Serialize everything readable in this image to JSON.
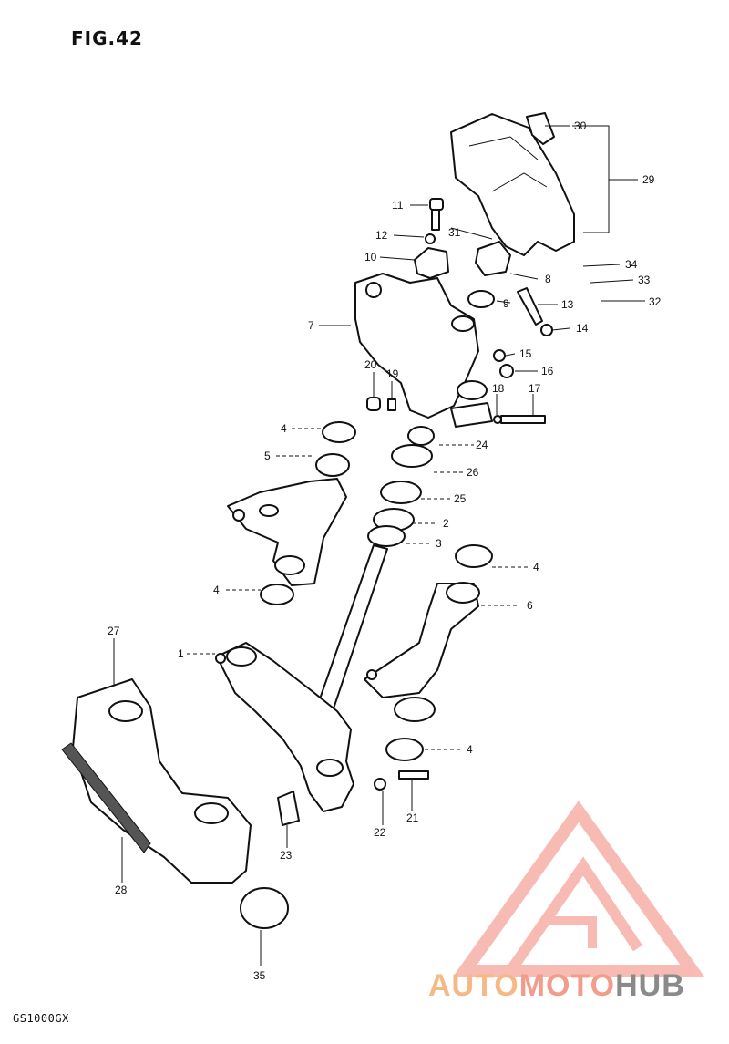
{
  "figure": {
    "title": "FIG.42",
    "model": "GS1000GX"
  },
  "watermark": {
    "text_parts": [
      "AUTO",
      "MOTO",
      "HUB"
    ],
    "colors": [
      "#f4b987",
      "#f29c8c",
      "#8a8a8a"
    ],
    "logo_color": "#f7b0a8"
  },
  "callouts": {
    "c1": "1",
    "c2": "2",
    "c3": "3",
    "c4a": "4",
    "c4b": "4",
    "c4c": "4",
    "c4d": "4",
    "c5": "5",
    "c6": "6",
    "c7": "7",
    "c8": "8",
    "c9": "9",
    "c10": "10",
    "c11": "11",
    "c12": "12",
    "c13": "13",
    "c14": "14",
    "c15": "15",
    "c16": "16",
    "c17": "17",
    "c18": "18",
    "c19": "19",
    "c20": "20",
    "c21": "21",
    "c22": "22",
    "c23": "23",
    "c24": "24",
    "c25": "25",
    "c26": "26",
    "c27": "27",
    "c28": "28",
    "c29": "29",
    "c30": "30",
    "c31": "31",
    "c32": "32",
    "c33": "33",
    "c34": "34",
    "c35": "35"
  }
}
